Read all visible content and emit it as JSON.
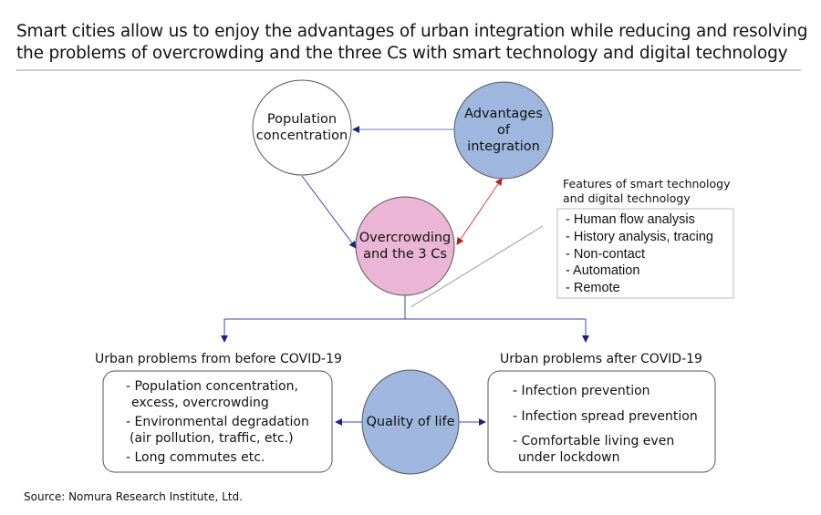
{
  "title": {
    "line1": "Smart cities allow us to enjoy the advantages of urban integration while reducing and resolving",
    "line2": "the problems of overcrowding and the three Cs with smart technology and digital technology"
  },
  "nodes": {
    "population": [
      "Population",
      "concentration"
    ],
    "advantages": [
      "Advantages",
      "of",
      "integration"
    ],
    "overcrowding": [
      "Overcrowding",
      "and the 3 Cs"
    ],
    "quality": "Quality of life"
  },
  "colors": {
    "advantages": "#9fb7df",
    "overcrowding": "#ebb5d5",
    "quality": "#9fb7df",
    "arrow_blue": "#1a237e",
    "arrow_red": "#b22222"
  },
  "features": {
    "heading": [
      "Features of smart technology",
      "and digital technology"
    ],
    "items": [
      "- Human flow analysis",
      "- History analysis, tracing",
      "- Non-contact",
      "- Automation",
      "- Remote"
    ]
  },
  "before": {
    "label": "Urban problems from before COVID-19",
    "items": [
      "- Population concentration,",
      "excess, overcrowding",
      "- Environmental degradation",
      "(air pollution, traffic, etc.)",
      "- Long commutes etc."
    ]
  },
  "after": {
    "label": "Urban problems after COVID-19",
    "items": [
      "- Infection prevention",
      "- Infection spread prevention",
      "- Comfortable living even",
      "under lockdown"
    ]
  },
  "source": "Source: Nomura Research Institute, Ltd."
}
